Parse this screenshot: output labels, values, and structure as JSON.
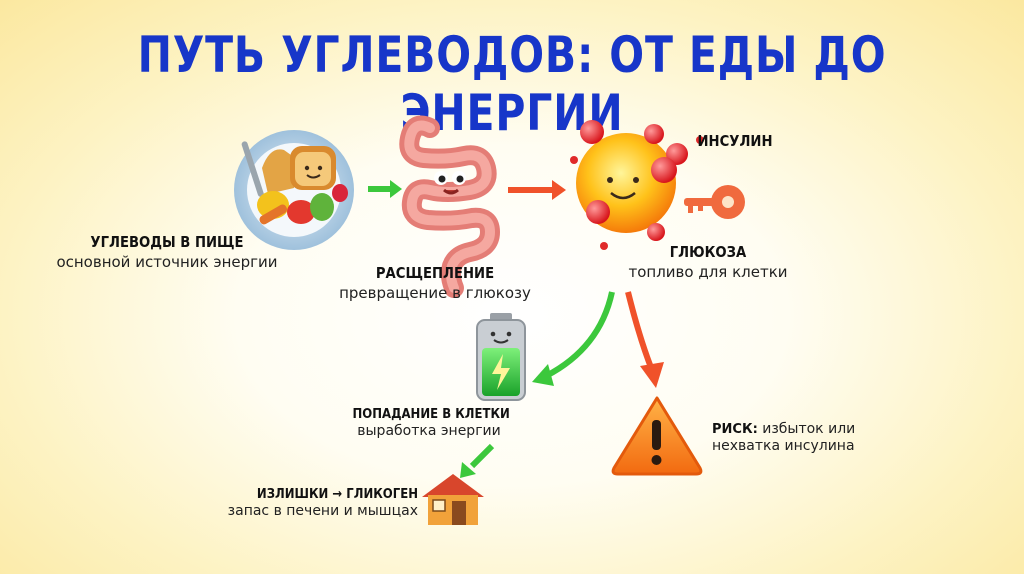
{
  "title": "ПУТЬ УГЛЕВОДОВ: ОТ ЕДЫ ДО ЭНЕРГИИ",
  "steps": {
    "food": {
      "heading": "УГЛЕВОДЫ В ПИЩЕ",
      "sub": "основной источник энергии"
    },
    "breakdown": {
      "heading": "РАСЩЕПЛЕНИЕ",
      "sub": "превращение в глюкозу"
    },
    "insulin": {
      "heading": "ИНСУЛИН"
    },
    "glucose": {
      "heading": "ГЛЮКОЗА",
      "sub": "топливо для клетки"
    },
    "cells": {
      "heading": "ПОПАДАНИЕ В КЛЕТКИ",
      "sub": "выработка энергии"
    },
    "risk": {
      "heading": "РИСК:",
      "text": "избыток или",
      "text2": "нехватка инсулина"
    },
    "glycogen": {
      "heading": "ИЗЛИШКИ → ГЛИКОГЕН",
      "sub": "запас в печени и мышцах"
    }
  },
  "colors": {
    "title": "#1736c9",
    "arrow_green": "#3cc83c",
    "arrow_red": "#f0522a",
    "background": "#fdf3c4"
  },
  "icons": [
    "food-plate-icon",
    "intestine-icon",
    "glucose-molecule-icon",
    "key-icon",
    "battery-icon",
    "warning-icon",
    "house-icon"
  ]
}
